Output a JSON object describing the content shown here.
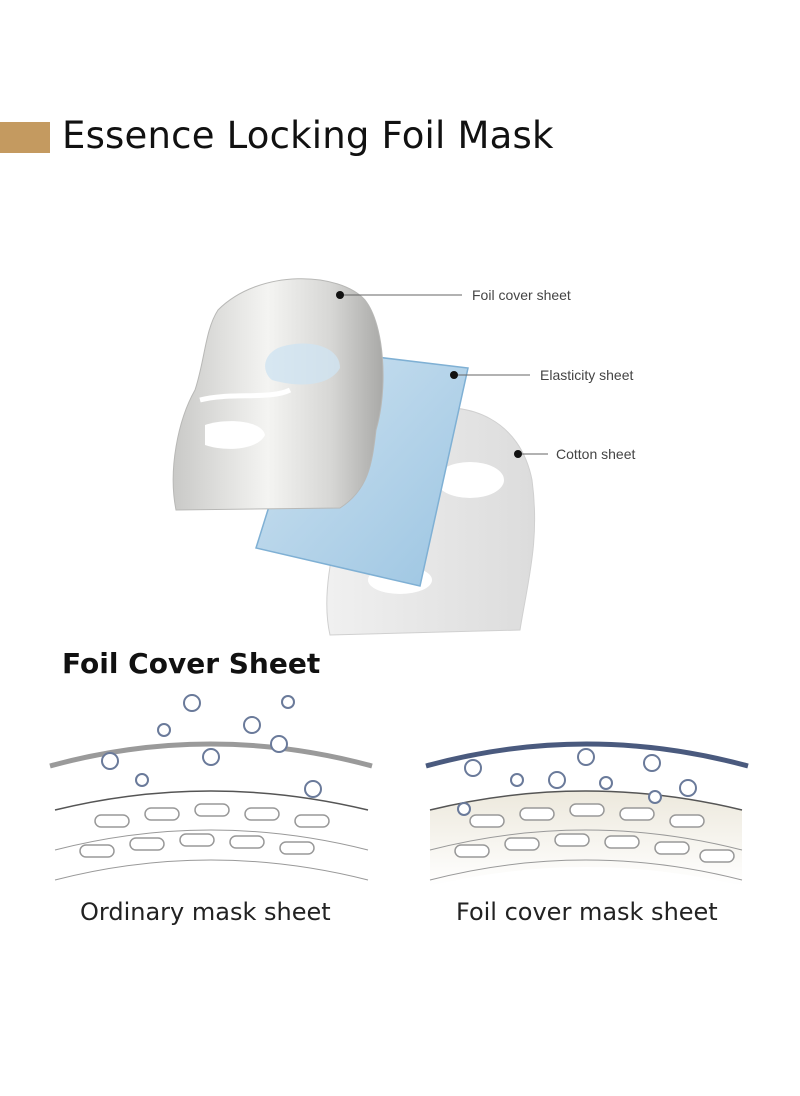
{
  "title": "Essence Locking Foil Mask",
  "accent_color": "#c49a60",
  "layers": {
    "foil": "Foil cover sheet",
    "elasticity": "Elasticity sheet",
    "cotton": "Cotton sheet"
  },
  "section_title": "Foil Cover Sheet",
  "comparison": {
    "left_caption": "Ordinary mask sheet",
    "right_caption": "Foil cover mask sheet",
    "ordinary_layer_color": "#9a9a9a",
    "foil_layer_color": "#4a5a7e"
  }
}
